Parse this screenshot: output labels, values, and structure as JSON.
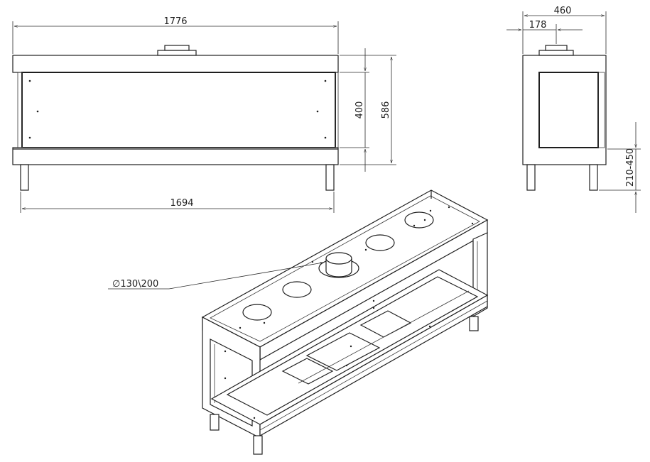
{
  "dimensions": {
    "front_total_width": "1776",
    "front_bottom_width": "1694",
    "front_glass_height": "400",
    "front_total_height": "586",
    "side_depth": "460",
    "side_flue_offset": "178",
    "side_leg_height": "210-450",
    "flue_diameter": "∅130\\200"
  }
}
